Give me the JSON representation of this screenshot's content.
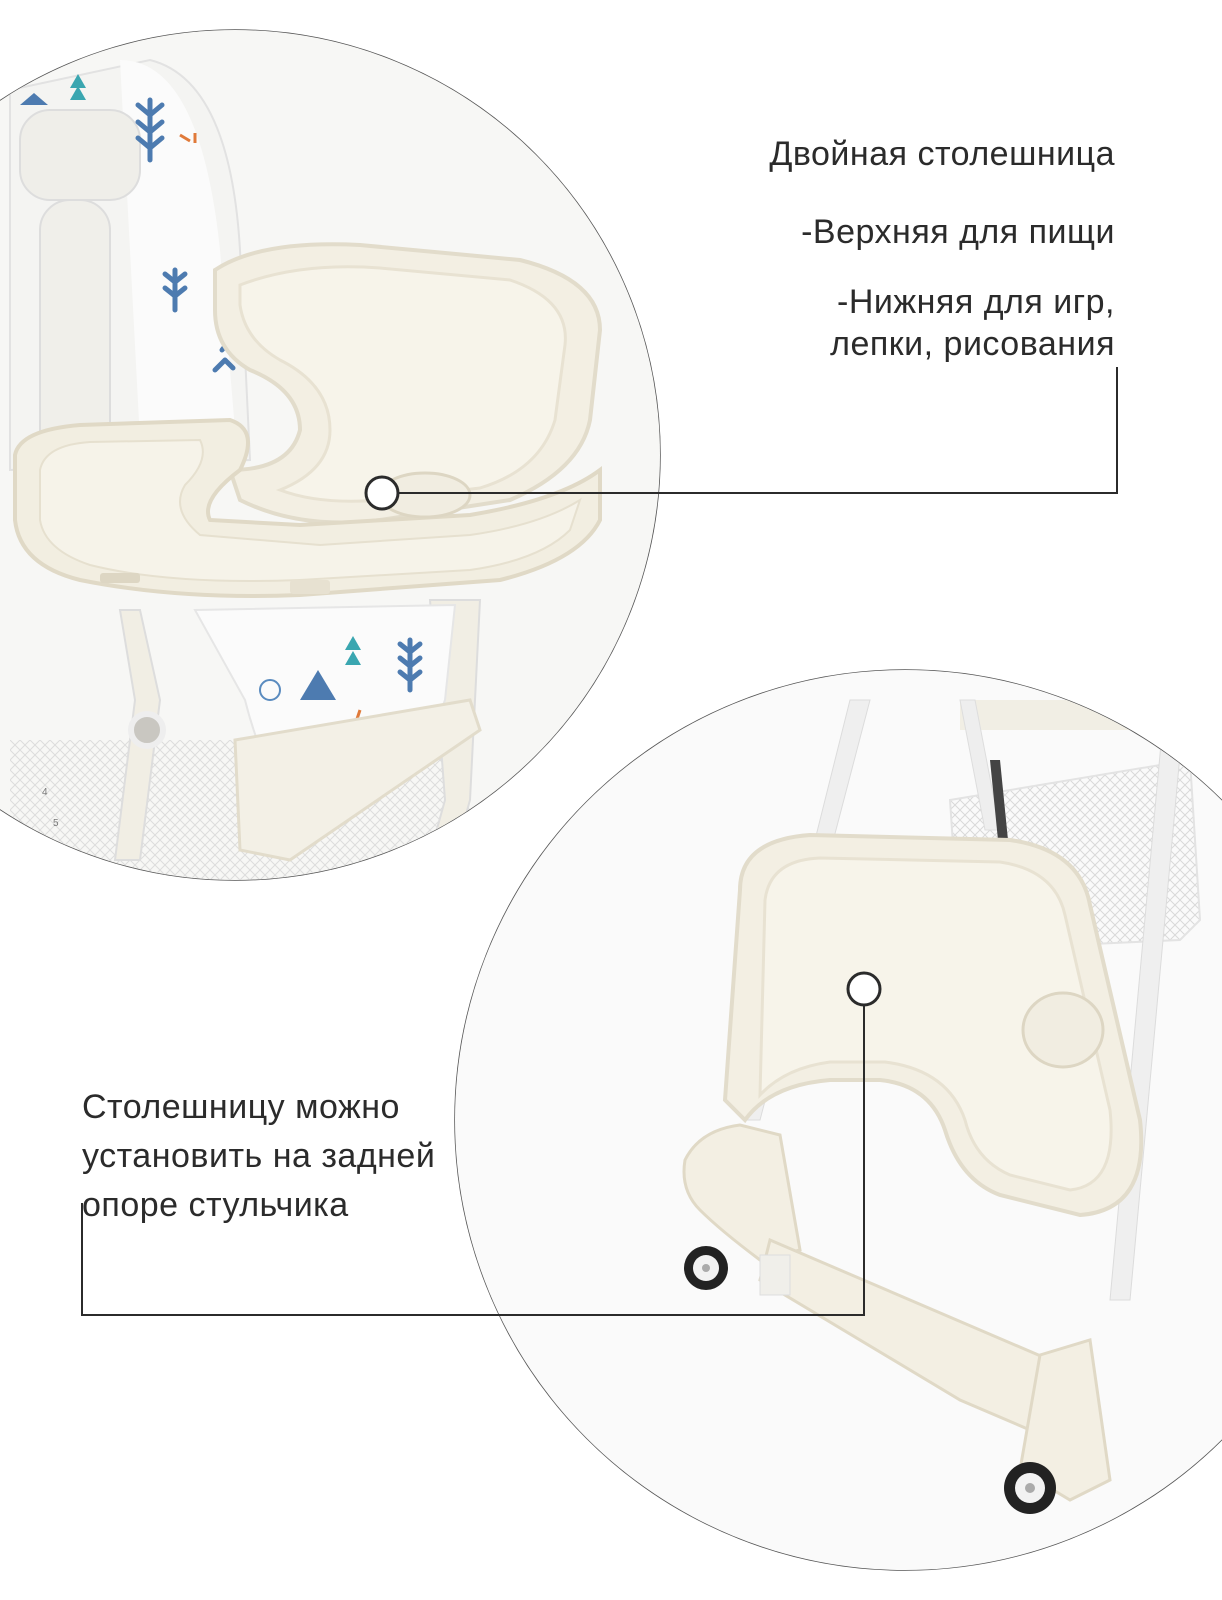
{
  "callout_top": {
    "title": "Двойная столешница",
    "item_1": "-Верхняя для пищи",
    "item_2_line_1": "-Нижняя для игр,",
    "item_2_line_2": "лепки, рисования"
  },
  "callout_bottom": {
    "line_1": "Столешницу можно",
    "line_2": "установить на задней",
    "line_3": "опоре стульчика"
  },
  "seat_markings": [
    "4",
    "5"
  ],
  "colors": {
    "background": "#ffffff",
    "plastic": "#f3efe3",
    "plastic_shadow": "#e2dccb",
    "frame": "#eeeeee",
    "print_blue": "#4d7bb0",
    "print_teal": "#3aa6b0",
    "print_orange": "#e07a3a",
    "guide_line": "#2b2b2b",
    "text": "#2b2b2b"
  }
}
